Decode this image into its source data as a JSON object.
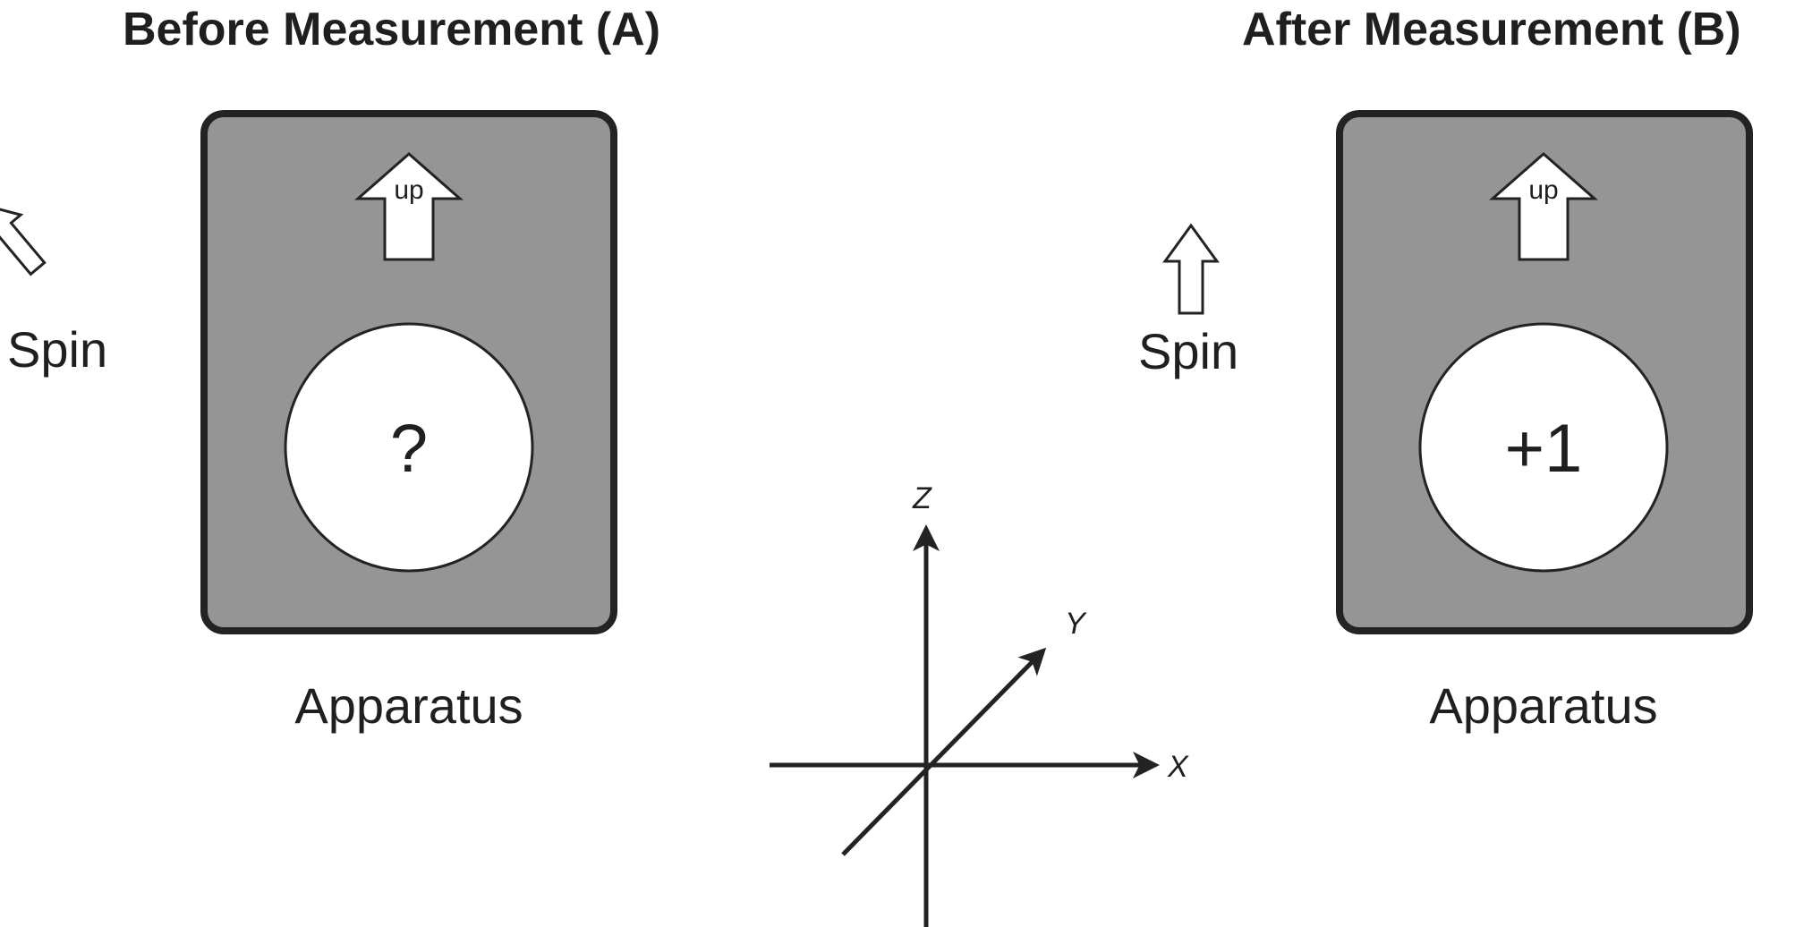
{
  "panel_a": {
    "title": "Before Measurement (A)",
    "spin_label": "Spin",
    "apparatus_label": "Apparatus",
    "arrow_text": "up",
    "readout": "?"
  },
  "panel_b": {
    "title": "After Measurement (B)",
    "spin_label": "Spin",
    "apparatus_label": "Apparatus",
    "arrow_text": "up",
    "readout": "+1"
  },
  "axes": {
    "z": "Z",
    "y": "Y",
    "x": "X"
  },
  "colors": {
    "apparatus_fill": "#959595",
    "outline": "#232323",
    "arrow_fill": "#ffffff"
  }
}
